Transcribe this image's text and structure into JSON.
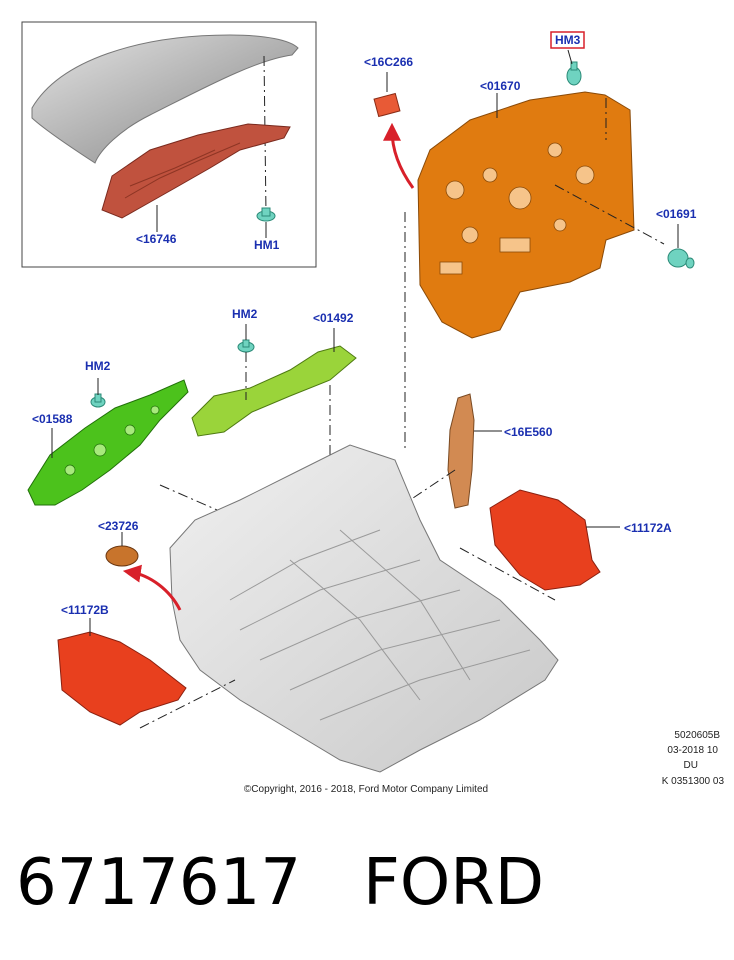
{
  "callouts": {
    "c16c266": "<16C266",
    "hm3": "HM3",
    "c01670": "<01670",
    "c16746": "<16746",
    "hm1": "HM1",
    "c01691": "<01691",
    "hm2_upper": "HM2",
    "c01492": "<01492",
    "hm2_left": "HM2",
    "c01588": "<01588",
    "c16e560": "<16E560",
    "c23726": "<23726",
    "c11172a": "<11172A",
    "c11172b": "<11172B"
  },
  "meta": {
    "line1": "5020605B",
    "line2": "03-2018 10",
    "line3": "DU",
    "line4": "K 0351300 03"
  },
  "copyright": "©Copyright, 2016 - 2018, Ford Motor Company Limited",
  "caption": {
    "part_number": "6717617",
    "brand": "FORD"
  },
  "colors": {
    "callout_text": "#1a2fb0",
    "highlight_box": "#d8202a",
    "dash_panel": "#e07b10",
    "roof_insulator": "#c0523e",
    "green_insulator": "#4cc21c",
    "lime_insulator": "#9ad43a",
    "floor_mat": "#e8401e",
    "tan_pad": "#d28a52",
    "clip": "#6fd3c0",
    "arrow": "#d8202a"
  }
}
